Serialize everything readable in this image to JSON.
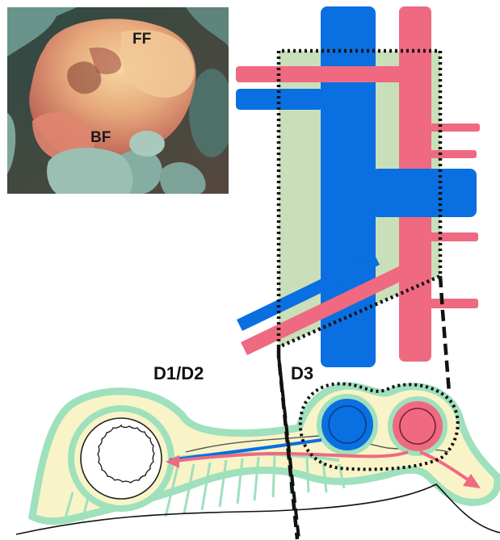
{
  "photo": {
    "labels": {
      "front_fold": "FF",
      "back_fold": "BF"
    }
  },
  "diagram": {
    "labels": {
      "duodenum_proximal": "D1/D2",
      "duodenum_third": "D3"
    },
    "colors": {
      "vein": "#0a6fe0",
      "artery": "#ef6a80",
      "fascia": "#c9dfba",
      "mesentery_outline": "#9fe0bd",
      "fat": "#f8f4c8",
      "dashed_outline": "#111111"
    }
  }
}
